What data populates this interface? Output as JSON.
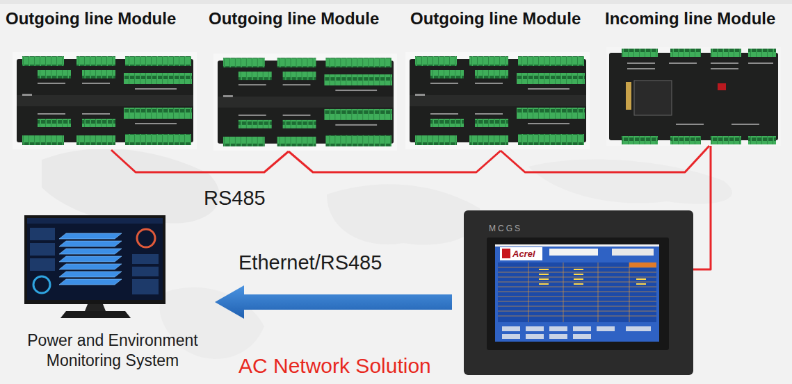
{
  "diagram": {
    "nodes": [
      {
        "text": [
          "Outgoing line Module"
        ]
      },
      {
        "text": [
          "Outgoing line Module"
        ]
      },
      {
        "text": [
          "Outgoing line Module"
        ]
      },
      {
        "text": [
          "Incoming line Module"
        ]
      },
      {
        "text": [
          "Power and Environment Monitoring System"
        ]
      },
      {
        "text": [
          "MCGS",
          "Acrel"
        ]
      }
    ],
    "edges": [
      {
        "from": 0,
        "to": 1,
        "label": "RS485",
        "arrow": "none"
      },
      {
        "from": 1,
        "to": 2,
        "arrow": "none"
      },
      {
        "from": 2,
        "to": 3,
        "arrow": "none"
      },
      {
        "from": 3,
        "to": 5,
        "arrow": "none"
      },
      {
        "from": 5,
        "to": 4,
        "label": "Ethernet/RS485",
        "arrow": "to"
      }
    ],
    "labels": [
      "AC Network Solution"
    ]
  }
}
